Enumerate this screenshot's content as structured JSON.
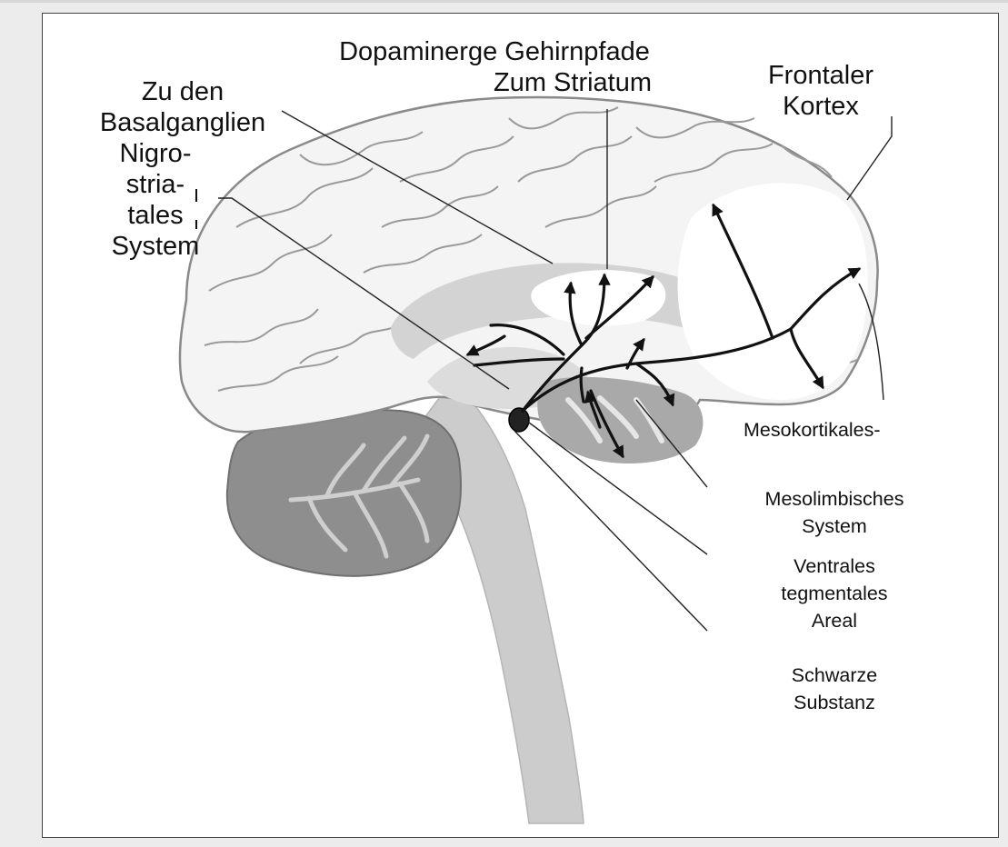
{
  "diagram": {
    "title": "Dopaminerge Gehirnpfade",
    "labels": {
      "striatum": "Zum Striatum",
      "basal_line1": "Zu den",
      "basal_line2": "Basalganglien",
      "nigro_line1": "Nigro-",
      "nigro_line2": "stria-",
      "nigro_line3": "tales",
      "nigro_line4": "System",
      "frontal_line1": "Frontaler",
      "frontal_line2": "Kortex",
      "mesokortikal": "Mesokortikales-",
      "mesolimbic_line1": "Mesolimbisches",
      "mesolimbic_line2": "System",
      "vta_line1": "Ventrales",
      "vta_line2": "tegmentales",
      "vta_line3": "Areal",
      "sn_line1": "Schwarze",
      "sn_line2": "Substanz"
    },
    "colors": {
      "cortex_fill": "#f3f3f3",
      "brainstem": "#cfcfcf",
      "cerebellum": "#8d8d8d",
      "pathway": "#111111"
    }
  }
}
